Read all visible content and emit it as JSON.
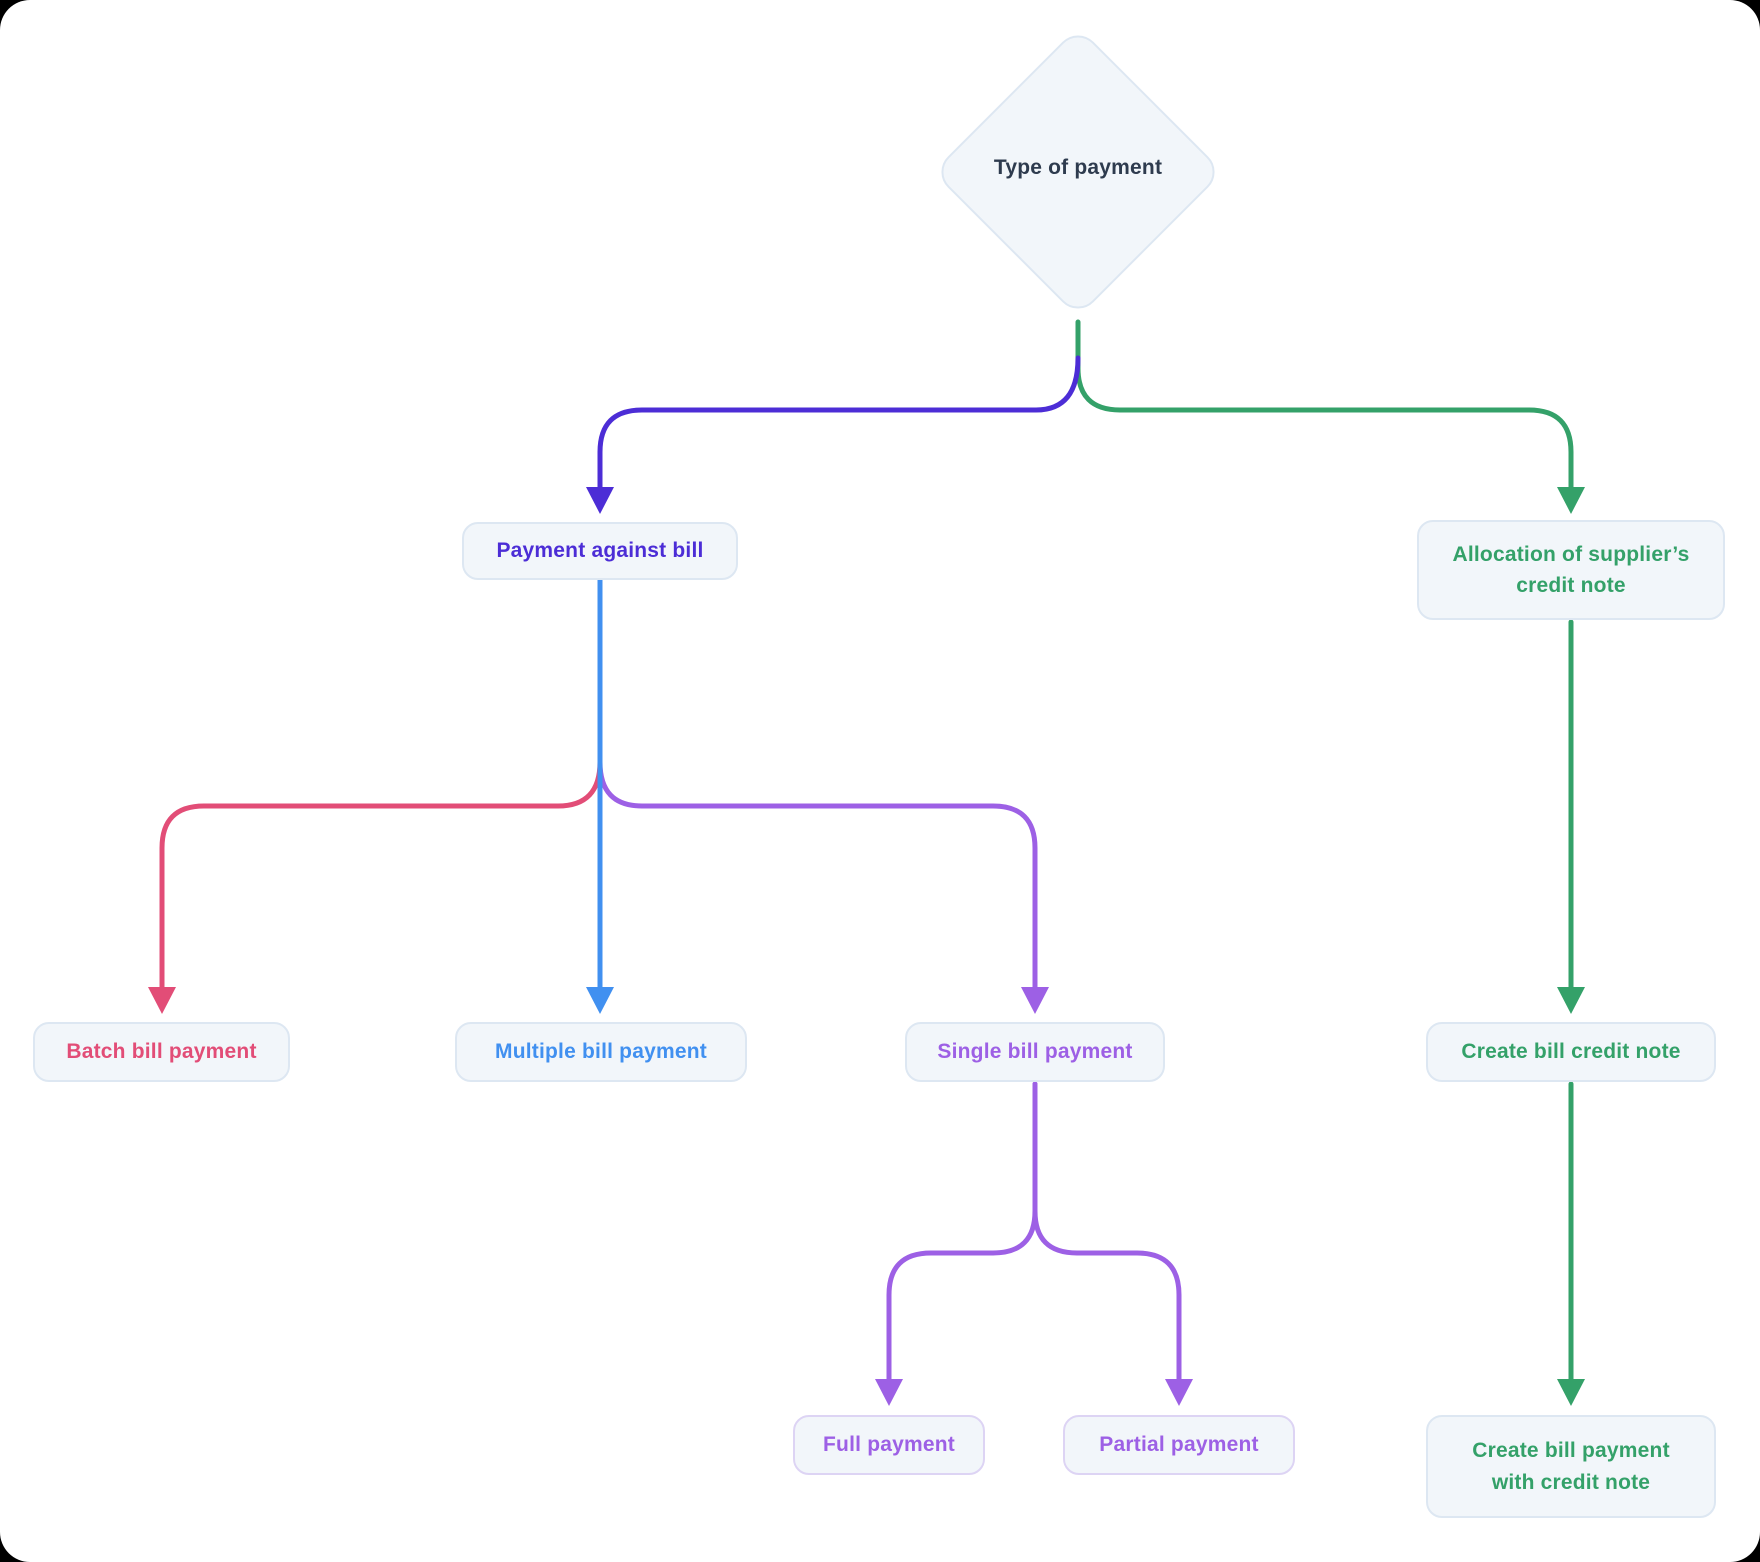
{
  "title": "Type of payment flowchart",
  "colors": {
    "indigo": "#4c2dd6",
    "green": "#34a169",
    "blue": "#4190f0",
    "pink": "#e24d77",
    "purple": "#9d60e5",
    "dark_text": "#2e3b4e",
    "node_fill": "#f2f6fa",
    "node_border": "#dde7f2"
  },
  "nodes": {
    "root": {
      "label": "Type of payment"
    },
    "payment_against_bill": {
      "label": "Payment against bill"
    },
    "allocation_supplier_credit_note": {
      "label": "Allocation of supplier’s credit note",
      "lines": [
        "Allocation of supplier’s",
        "credit note"
      ]
    },
    "batch_bill_payment": {
      "label": "Batch bill payment"
    },
    "multiple_bill_payment": {
      "label": "Multiple bill payment"
    },
    "single_bill_payment": {
      "label": "Single bill payment"
    },
    "create_bill_credit_note": {
      "label": "Create bill credit note"
    },
    "full_payment": {
      "label": "Full payment"
    },
    "partial_payment": {
      "label": "Partial payment"
    },
    "create_bill_payment_with_credit_note": {
      "label": "Create bill payment with credit note",
      "lines": [
        "Create bill payment",
        "with credit note"
      ]
    }
  }
}
